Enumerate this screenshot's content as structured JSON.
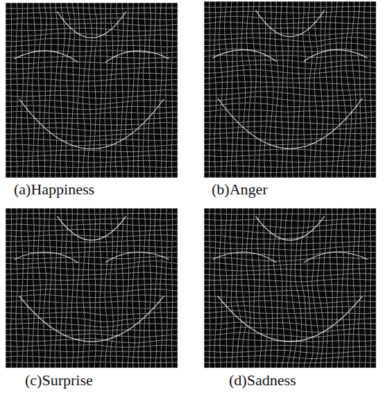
{
  "diagram": {
    "labels": [
      "(a)Happiness",
      "(b)Anger",
      "(c)Surprise",
      "(d)Sadness"
    ]
  }
}
